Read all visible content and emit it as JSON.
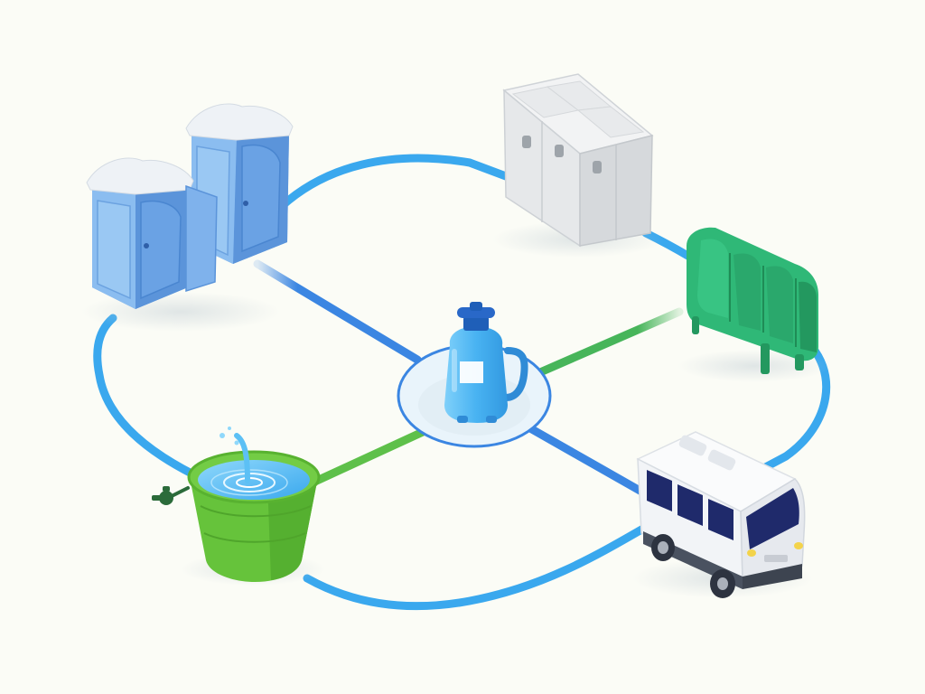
{
  "diagram": {
    "type": "isometric-network-illustration",
    "nodes": [
      {
        "id": "portable-toilets",
        "icon": "portable-toilet-icon",
        "count": 2
      },
      {
        "id": "storage-cabinet",
        "icon": "cabinet-icon"
      },
      {
        "id": "green-tank",
        "icon": "tank-icon"
      },
      {
        "id": "water-jug-hub",
        "icon": "water-jug-icon",
        "role": "hub"
      },
      {
        "id": "water-bucket",
        "icon": "bucket-icon"
      },
      {
        "id": "service-van",
        "icon": "van-icon"
      }
    ],
    "links": [
      {
        "from": "portable-toilets",
        "to": "water-jug-hub",
        "style": "blue"
      },
      {
        "from": "water-jug-hub",
        "to": "service-van",
        "style": "blue"
      },
      {
        "from": "water-jug-hub",
        "to": "green-tank",
        "style": "green"
      },
      {
        "from": "water-jug-hub",
        "to": "water-bucket",
        "style": "green"
      }
    ],
    "loop": {
      "style": "light-blue",
      "shape": "rounded-rectangle"
    },
    "colors": {
      "background": "#fbfcf6",
      "loop_blue": "#3aa8ee",
      "link_blue": "#3b86e2",
      "link_green": "#47b55a",
      "toilet_blue": "#6fa6e6",
      "tank_green": "#2fb877",
      "bucket_green": "#66c33b",
      "cabinet_gray": "#e4e6e8",
      "van_white": "#f5f6f8",
      "van_window": "#1f2a6b",
      "jug_blue": "#49b3f2"
    }
  }
}
